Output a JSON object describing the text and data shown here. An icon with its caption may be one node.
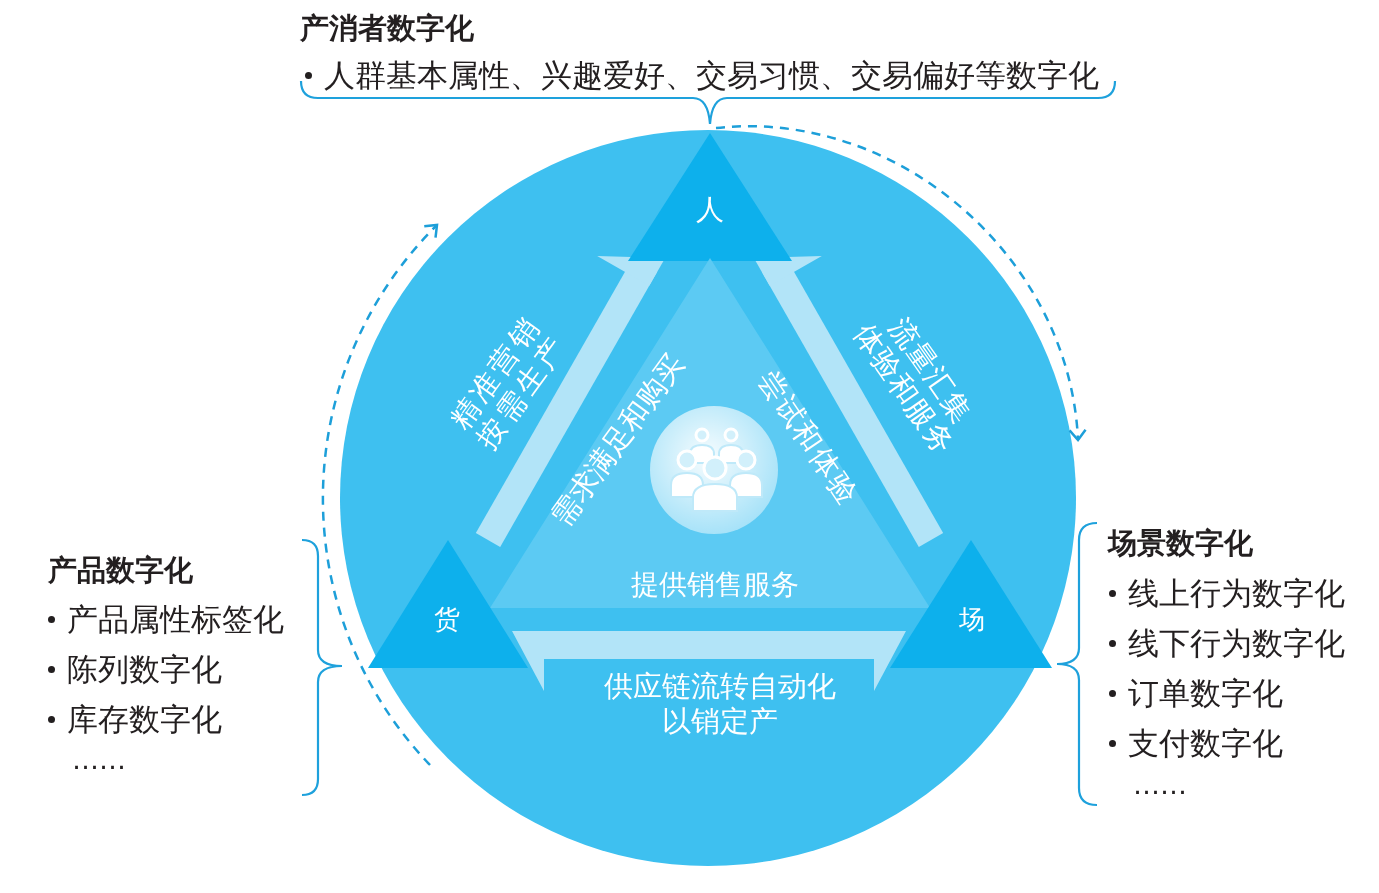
{
  "diagram": {
    "nodes": [
      {
        "text": [],
        "shape": "circle"
      },
      {
        "text": [
          "人"
        ],
        "in": 0,
        "beside": [
          "产消者数字化",
          "人群基本属性、兴趣爱好、交易习惯、交易偏好等数字化"
        ]
      },
      {
        "text": [
          "需求满足和购买",
          "尝试和体验",
          "提供销售服务"
        ],
        "in": 0
      },
      {
        "text": [
          "货"
        ],
        "in": 0,
        "beside": [
          "产品数字化",
          "产品属性标签化",
          "陈列数字化",
          "库存数字化",
          "……"
        ]
      },
      {
        "text": [
          "场"
        ],
        "in": 0,
        "beside": [
          "场景数字化",
          "线上行为数字化",
          "线下行为数字化",
          "订单数字化",
          "支付数字化",
          "……"
        ]
      }
    ],
    "edges": [
      {
        "from": 3,
        "to": 1,
        "arrow": "to",
        "label": "精准营销按需生产"
      },
      {
        "from": 4,
        "to": 1,
        "arrow": "to",
        "label": "流量汇集体验和服务"
      },
      {
        "from": 3,
        "to": 4,
        "arrow": "both",
        "label": "供应链流转自动化以销定产"
      }
    ]
  }
}
